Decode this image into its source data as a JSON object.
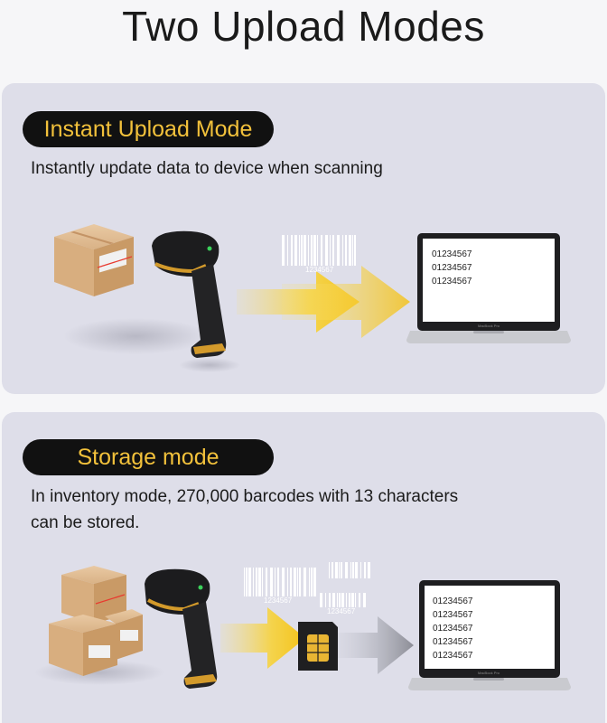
{
  "title": "Two Upload Modes",
  "instant": {
    "label": "Instant Upload Mode",
    "description": "Instantly update data to device when scanning",
    "barcode_caption": "1234567",
    "screen_lines": [
      "01234567",
      "01234567",
      "01234567"
    ]
  },
  "storage": {
    "label": "Storage mode",
    "description_line1": "In inventory mode, 270,000 barcodes with 13 characters",
    "description_line2": "can be stored.",
    "barcode_captions": [
      "1234567",
      "1234567"
    ],
    "screen_lines": [
      "01234567",
      "01234567",
      "01234567",
      "01234567",
      "01234567"
    ]
  },
  "colors": {
    "accent": "#f2c13b",
    "pill_bg": "#111111",
    "panel": "#dedee9"
  }
}
